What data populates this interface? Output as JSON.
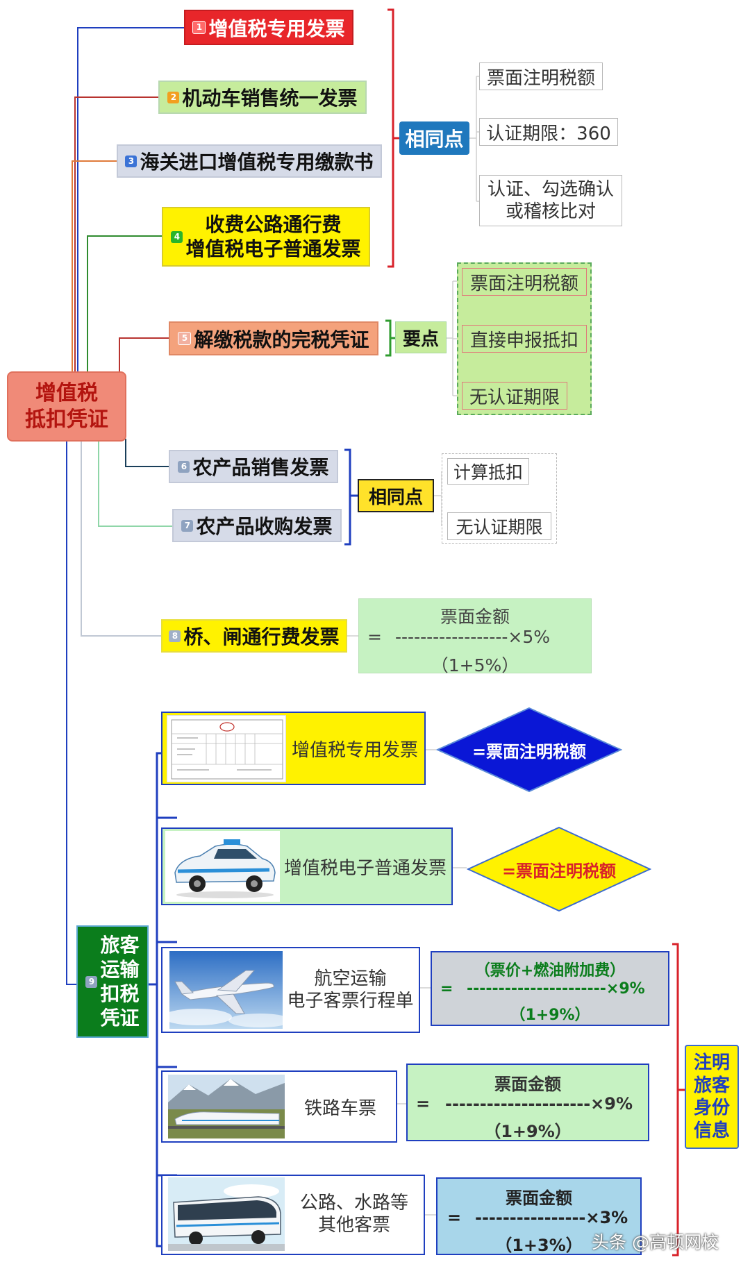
{
  "root": {
    "line1": "增值税",
    "line2": "抵扣凭证"
  },
  "items": [
    {
      "num": "1",
      "label": "增值税专用发票"
    },
    {
      "num": "2",
      "label": "机动车销售统一发票"
    },
    {
      "num": "3",
      "label": "海关进口增值税专用缴款书"
    },
    {
      "num": "4",
      "line1": "收费公路通行费",
      "line2": "增值税电子普通发票"
    },
    {
      "num": "5",
      "label": "解缴税款的完税凭证"
    },
    {
      "num": "6",
      "label": "农产品销售发票"
    },
    {
      "num": "7",
      "label": "农产品收购发票"
    },
    {
      "num": "8",
      "label": "桥、闸通行费发票"
    }
  ],
  "group1": {
    "label": "相同点",
    "points": [
      "票面注明税额",
      "认证期限：360",
      "认证、勾选确认",
      "或稽核比对"
    ]
  },
  "group2": {
    "label": "要点",
    "points": [
      "票面注明税额",
      "直接申报抵扣",
      "无认证期限"
    ]
  },
  "group3": {
    "label": "相同点",
    "points": [
      "计算抵扣",
      "无认证期限"
    ]
  },
  "formula8": {
    "numerator": "票面金额",
    "eq": "=",
    "bar": "------------------×5%",
    "denominator": "（1+5%）"
  },
  "passenger": {
    "num": "9",
    "lines": [
      "旅客",
      "运输",
      "扣税",
      "凭证"
    ],
    "rows": [
      {
        "label": "增值税专用发票",
        "result": "=票面注明税额"
      },
      {
        "label": "增值税电子普通发票",
        "result": "=票面注明税额"
      },
      {
        "line1": "航空运输",
        "line2": "电子客票行程单",
        "numerator": "（票价+燃油附加费）",
        "eq": "=",
        "bar": "----------------------×9%",
        "denominator": "（1+9%）"
      },
      {
        "label": "铁路车票",
        "numerator": "票面金额",
        "eq": "=",
        "bar": "---------------------×9%",
        "denominator": "（1+9%）"
      },
      {
        "line1": "公路、水路等",
        "line2": "其他客票",
        "numerator": "票面金额",
        "eq": "=",
        "bar": "----------------×3%",
        "denominator": "（1+3%）"
      }
    ],
    "note": [
      "注明",
      "旅客",
      "身份",
      "信息"
    ]
  },
  "watermark": "头条 @高顿网校",
  "colors": {
    "root": "#f08a78",
    "item1": "#e8262a",
    "item2": "#c6ec9c",
    "item3": "#d6dbe8",
    "item4": "#fff200",
    "item5": "#f4a27c",
    "item6": "#d6dbe8",
    "item7": "#d6dbe8",
    "item8": "#fff200",
    "group1": "#1f78bd",
    "group2": "#c6ec9c",
    "group3": "#ffe22a",
    "passenger": "#0b7d1c",
    "diamondBlue": "#0a17d6",
    "diamondYellow": "#fff200",
    "formulaGreen": "#c6f2c2",
    "formulaGray": "#cfd3d8",
    "formulaBlue": "#a8d6ea",
    "bracketRed": "#d8222a",
    "bracketBlue": "#1f3fbf"
  }
}
